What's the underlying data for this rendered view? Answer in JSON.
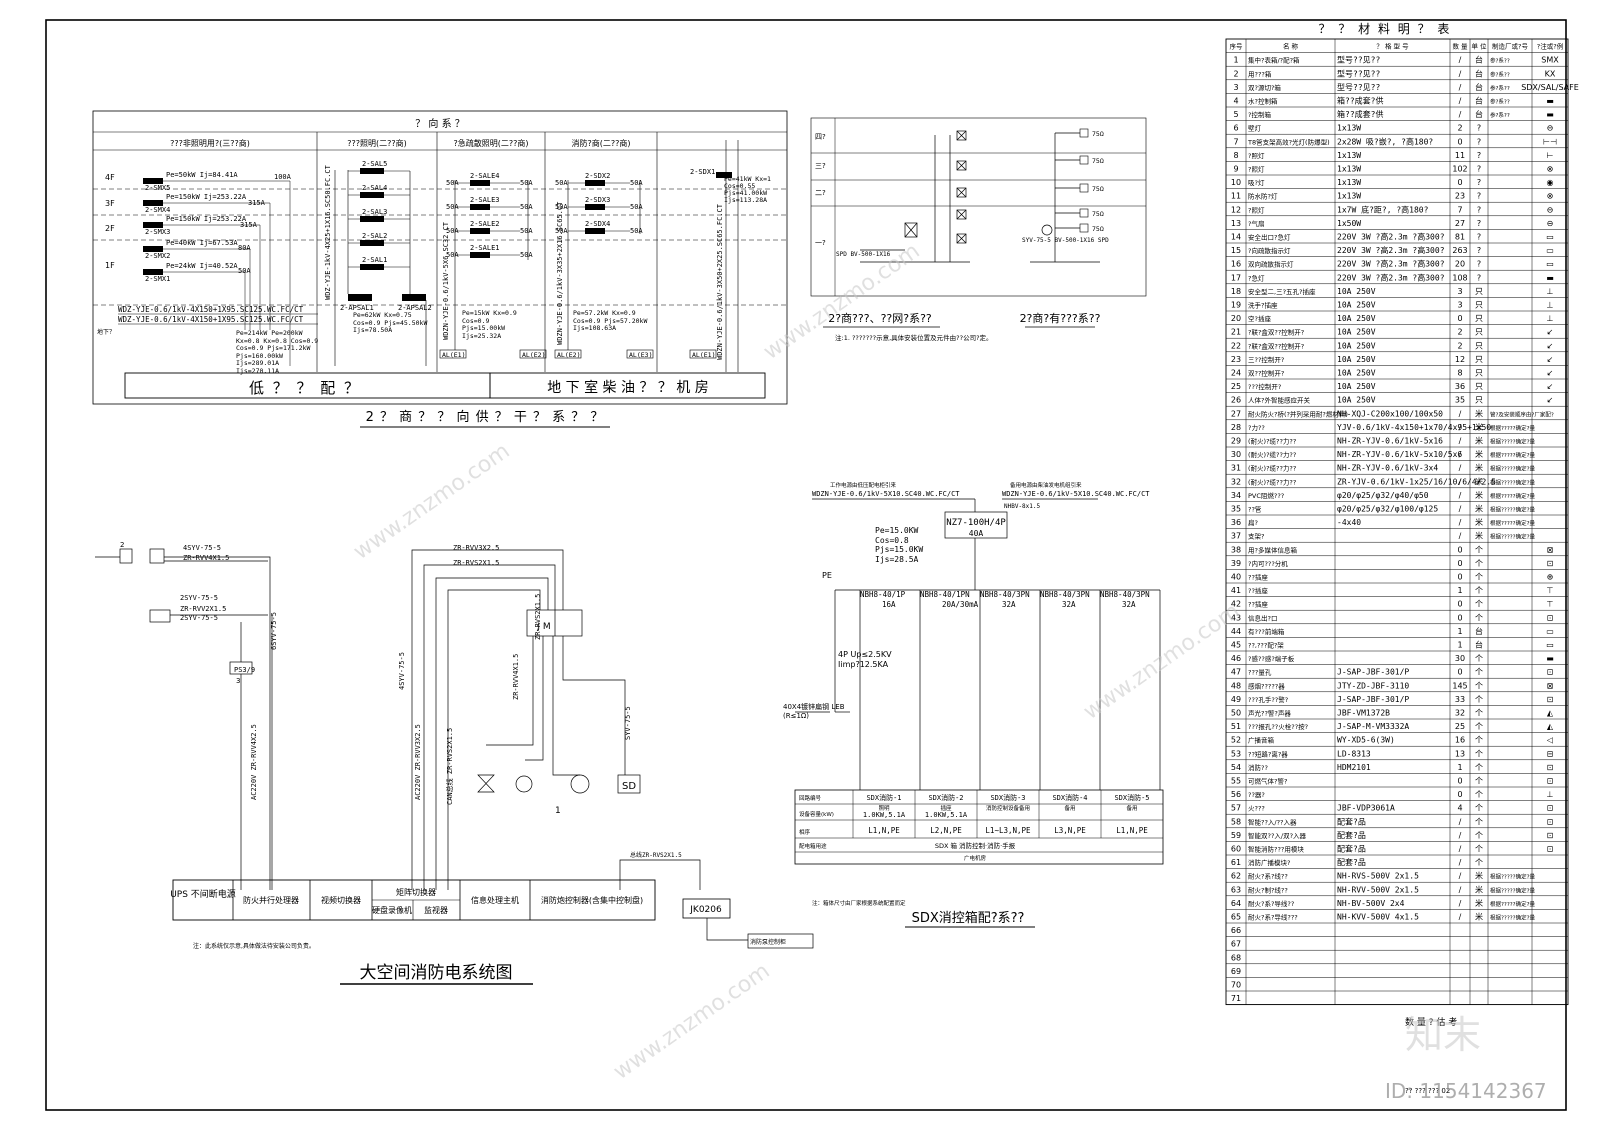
{
  "riser": {
    "header_title": "？ 向 系 ？",
    "columns": [
      "???非照明用?(三??商)",
      "???照明(二??商)",
      "?急疏散照明(二??商)",
      "消防?商(二??商)"
    ],
    "floors": [
      "4F",
      "3F",
      "2F",
      "1F"
    ],
    "col1_entries": [
      {
        "name": "2-SMX5",
        "load": "Pe=50kW Ij=84.41A",
        "breaker": "100A"
      },
      {
        "name": "2-SMX4",
        "load": "Pe=150kW Ij=253.22A",
        "breaker": "315A"
      },
      {
        "name": "2-SMX3",
        "load": "Pe=150kW Ij=253.22A",
        "breaker": "315A"
      },
      {
        "name": "2-SMX2",
        "load": "Pe=40kW Ij=67.53A",
        "breaker": "80A"
      },
      {
        "name": "2-SMX1",
        "load": "Pe=24kW Ij=40.52A",
        "breaker": "50A"
      }
    ],
    "feeder_main": "WDZ-YJE-0.6/1kV-4X150+1X95.SC125.WC.FC/CT",
    "col1_totals": "Pe=214kW Pe=200kW Kx=0.8 Kx=0.8 Cos=0.9 Cos=0.9 Pjs=171.2kW Pjs=160.00kW Ijs=289.01A Ijs=270.11A",
    "col2_entries": [
      "2-SAL5",
      "2-SAL4",
      "2-SAL3",
      "2-SAL2",
      "2-SAL1"
    ],
    "col2_panels": [
      "2-APSAL1",
      "2-APSAL2"
    ],
    "col2_cable": "WDZ-YJE-1kV-4X25+1X16.SC50.FC.CT",
    "col2_load": "Pe=62kW Kx=0.75 Cos=0.9 Pjs=45.50kW Ijs=78.50A",
    "col3_entries": [
      "2-SALE4",
      "2-SALE3",
      "2-SALE2",
      "2-SALE1"
    ],
    "col3_cable": "WDZN-YJE-0.6/1kV-5X6.SC32.CT",
    "col3_load": "Pe=15kW Kx=0.9 Cos=0.9 Pjs=15.00kW Ijs=25.32A",
    "col4_entries": [
      "2-SDX2",
      "2-SDX3",
      "2-SDX4"
    ],
    "col4_cable": "WDZN-YJE-0.6/1kV-3X35+2X16.SC65.CT",
    "col4_load": "Pe=57.2kW Kx=0.9 Cos=0.9 Pjs=57.20kW Ijs=108.63A",
    "col5_entry": "2-SDX1",
    "col5_load": "Pe=41kW Kx=1 Cos=0.55 Pjs=41.00kW Ijs=113.28A",
    "col5_cable": "WDZN-YJE-0.6/1kV-3X50+2X25.SC65.FC.CT",
    "breaker_50": "50A",
    "tags": [
      "AL(E1)",
      "AL(E2)",
      "AL(E2)",
      "AL(E3)",
      "AL(E1)"
    ],
    "underground": "地下？",
    "low_voltage_room": "低 ？ ？ 配 ？",
    "diesel_room": "地 下 室 柴 油 ？ ？ 机 房",
    "caption": "2 ？ 商 ？ ？ 向 供 ？ 干 ？ 系 ？ ？"
  },
  "weak": {
    "left_rows": [
      "四?",
      "三?",
      "二?",
      "一?"
    ],
    "tv_outlets": [
      "75Ω",
      "75Ω",
      "75Ω",
      "75Ω",
      "75Ω"
    ],
    "caption_left": "2?商???、??网?系??",
    "caption_right": "2?商?有???系??",
    "note": "注:1. ???????示意,具体安装位置及元件由??公司?定。",
    "spd_left": "SPD BV-500-1X16",
    "spd_right": "SYV-75-5 BV-500-1X16 SPD"
  },
  "fire": {
    "labels": [
      "4SYV-75-5",
      "ZR-RVV4X1.5",
      "2SYV-75-5",
      "ZR-RVV2X1.5",
      "2SYV-75-5",
      "ZR-RVV3X2.5",
      "ZR-RVS2X1.5",
      "PS3/9",
      "6SYV-75-5",
      "AC220V ZR-RVV4X2.5",
      "4SYV-75-5",
      "AC220V ZR-RVV3X2.5",
      "CAN总线 ZR-RVS2X1.5",
      "ZR-RVS2X1.5",
      "SYV-75-5",
      "ZR-RVV4X1.5"
    ],
    "jm": "J M",
    "sd": "SD",
    "num1": "1",
    "num2": "2",
    "num3": "3",
    "boxes": [
      "UPS 不间断电源",
      "防火并行处理器",
      "视频切换器",
      "矩阵切换器",
      "硬盘录像机",
      "监视器",
      "信息处理主机",
      "消防炮控制器(含集中控制盘)"
    ],
    "jk": "JK0206",
    "jk_right": "消防泵控制柜",
    "jk_cable": "总线ZR-RVS2X1.5",
    "note": "注：此系统仅示意,具体做法待安装公司负责。",
    "caption": "大空间消防电系统图"
  },
  "sdx": {
    "feed_left": "WDZN-YJE-0.6/1kV-5X10.SC40.WC.FC/CT",
    "feed_right": "WDZN-YJE-0.6/1kV-5X10.SC40.WC.FC/CT",
    "feed_left_title": "工作电源由低压配电柜引来",
    "feed_right_title": "备用电源由柴油发电机组引来",
    "nhbv": "NHBV-8x1.5",
    "main_switch": "NZ7-100H/4P",
    "main_current": "40A",
    "load": "Pe=15.0KW Cos=0.8 Pjs=15.0KW Ijs=28.5A",
    "pe": "PE",
    "spd": "4P Up≤2.5KV Iimp?12.5KA",
    "earth": "40X4镀锌扁钢 LEB (R≤1Ω)",
    "breakers": [
      {
        "model": "NBH8-40/1P",
        "rating": "16A"
      },
      {
        "model": "NBH8-40/1PN",
        "rating": "20A/30mA"
      },
      {
        "model": "NBH8-40/3PN",
        "rating": "32A"
      },
      {
        "model": "NBH8-40/3PN",
        "rating": "32A"
      },
      {
        "model": "NBH8-40/3PN",
        "rating": "32A"
      }
    ],
    "table_rows": [
      "回路编号",
      "设备容量(kW)",
      "相序",
      "配电箱用途"
    ],
    "circuits": [
      "SDX消防-1",
      "SDX消防-2",
      "SDX消防-3",
      "SDX消防-4",
      "SDX消防-5"
    ],
    "uses": [
      "照明",
      "插座",
      "消防控制设备备用",
      "备用",
      "备用"
    ],
    "caps": [
      "1.0KW,5.1A",
      "1.0KW,5.1A",
      "",
      "",
      ""
    ],
    "phases": [
      "L1,N,PE",
      "L2,N,PE",
      "L1~L3,N,PE",
      "L3,N,PE",
      "L1,N,PE"
    ],
    "box_use": "SDX 箱 消防控制·消防·手报",
    "box_use2": "广电机房",
    "note": "注：箱体尺寸由厂家根据系统配置而定",
    "caption": "SDX消控箱配?系??"
  },
  "bom": {
    "title": "？ ？ 材 料 明 ？ 表",
    "headers": [
      "序号",
      "名 称",
      "？ 格 型 号",
      "数 量",
      "单 位",
      "制造厂或?号",
      "?注或?例"
    ],
    "rows": [
      [
        "1",
        "集中?表箱/?配?箱",
        "型号??见??",
        "/",
        "台",
        "参?系??",
        "SMX"
      ],
      [
        "2",
        "用???箱",
        "型号??见??",
        "/",
        "台",
        "参?系??",
        "KX"
      ],
      [
        "3",
        "双?源切?箱",
        "型号??见??",
        "/",
        "台",
        "参?系??",
        "SDX/SAL/SAFE"
      ],
      [
        "4",
        "水?控制箱",
        "箱??成套?供",
        "/",
        "台",
        "参?系??",
        "▬"
      ],
      [
        "5",
        "?控制箱",
        "箱??成套?供",
        "/",
        "台",
        "参?系??",
        "▬"
      ],
      [
        "6",
        "壁灯",
        "1x13W",
        "2",
        "?",
        "",
        "⊖"
      ],
      [
        "7",
        "T8管支架高效?光灯(防爆型)",
        "2x28W  吸?嵌?, ?高180?",
        "0",
        "?",
        "",
        "⊢⊣"
      ],
      [
        "8",
        "?照灯",
        "1x13W",
        "11",
        "?",
        "",
        "⊢"
      ],
      [
        "9",
        "?照灯",
        "1x13W",
        "102",
        "?",
        "",
        "⊗"
      ],
      [
        "10",
        "吸?灯",
        "1x13W",
        "0",
        "?",
        "",
        "◉"
      ],
      [
        "11",
        "防水防?灯",
        "1x13W",
        "23",
        "?",
        "",
        "⊗"
      ],
      [
        "12",
        "?照灯",
        "1x7W  底?距?, ?高180?",
        "7",
        "?",
        "",
        "⊖"
      ],
      [
        "13",
        "?气扇",
        "1x50W",
        "27",
        "?",
        "",
        "⊖"
      ],
      [
        "14",
        "安全出口?急灯",
        "220V 3W  ?高2.3m  ?高300?",
        "81",
        "?",
        "",
        "▭"
      ],
      [
        "15",
        "?向疏散指示灯",
        "220V 3W  ?高2.3m  ?高300?",
        "263",
        "?",
        "",
        "▭"
      ],
      [
        "16",
        "双向疏散指示灯",
        "220V 3W  ?高2.3m  ?高300?",
        "20",
        "?",
        "",
        "▭"
      ],
      [
        "17",
        "?急灯",
        "220V 3W  ?高2.3m  ?高300?",
        "108",
        "?",
        "",
        "▬"
      ],
      [
        "18",
        "安全型二,三?五孔?插座",
        "10A 250V",
        "3",
        "只",
        "",
        "⊥"
      ],
      [
        "19",
        "洗手?插座",
        "10A 250V",
        "3",
        "只",
        "",
        "⊥"
      ],
      [
        "20",
        "空?插座",
        "10A 250V",
        "0",
        "只",
        "",
        "⊥"
      ],
      [
        "21",
        "?联?盒双??控制开?",
        "10A 250V",
        "2",
        "只",
        "",
        "↙"
      ],
      [
        "22",
        "?联?盒双??控制开?",
        "10A 250V",
        "2",
        "只",
        "",
        "↙"
      ],
      [
        "23",
        "三??控制开?",
        "10A 250V",
        "12",
        "只",
        "",
        "↙"
      ],
      [
        "24",
        "双??控制开?",
        "10A 250V",
        "8",
        "只",
        "",
        "↙"
      ],
      [
        "25",
        "???控制开?",
        "10A 250V",
        "36",
        "只",
        "",
        "↙"
      ],
      [
        "26",
        "人体?外智能感应开关",
        "10A 250V",
        "35",
        "只",
        "",
        "↙"
      ],
      [
        "27",
        "耐火防火?桥(?并列采用耐?燃材料)",
        "NH-XQJ-C200x100/100x50",
        "/",
        "米",
        "管?及安装顺序由?厂家配?",
        ""
      ],
      [
        "28",
        "?力??",
        "YJV-0.6/1kV-4x150+1x70/4x95+1x50",
        "/",
        "米",
        "根据?????确定?量",
        ""
      ],
      [
        "29",
        "(耐火)?缆??力??",
        "NH-ZR-YJV-0.6/1kV-5x16",
        "/",
        "米",
        "根据?????确定?量",
        ""
      ],
      [
        "30",
        "(耐火)?缆??力??",
        "NH-ZR-YJV-0.6/1kV-5x10/5x6",
        "/",
        "米",
        "根据?????确定?量",
        ""
      ],
      [
        "31",
        "(耐火)?缆??力??",
        "NH-ZR-YJV-0.6/1kV-3x4",
        "/",
        "米",
        "根据?????确定?量",
        ""
      ],
      [
        "32",
        "(耐火)?缆??力??",
        "ZR-YJV-0.6/1kV-1x25/16/10/6/4/2.5",
        "/",
        "米",
        "根据?????确定?量",
        ""
      ],
      [
        "34",
        "PVC阻燃???",
        "φ20/φ25/φ32/φ40/φ50",
        "/",
        "米",
        "根据?????确定?量",
        ""
      ],
      [
        "35",
        "??管",
        "φ20/φ25/φ32/φ100/φ125",
        "/",
        "米",
        "根据?????确定?量",
        ""
      ],
      [
        "36",
        "扁?",
        "-4x40",
        "/",
        "米",
        "根据?????确定?量",
        ""
      ],
      [
        "37",
        "支架?",
        "",
        "/",
        "米",
        "根据?????确定?量",
        ""
      ],
      [
        "38",
        "用?多媒体信息箱",
        "",
        "0",
        "个",
        "",
        "⊠"
      ],
      [
        "39",
        "?内可???分机",
        "",
        "0",
        "个",
        "",
        "⊡"
      ],
      [
        "40",
        "??插座",
        "",
        "0",
        "个",
        "",
        "⊕"
      ],
      [
        "41",
        "??插座",
        "",
        "1",
        "个",
        "",
        "⊤"
      ],
      [
        "42",
        "??插座",
        "",
        "0",
        "个",
        "",
        "⊤"
      ],
      [
        "43",
        "信息出?口",
        "",
        "0",
        "个",
        "",
        "⊡"
      ],
      [
        "44",
        "有???前端箱",
        "",
        "1",
        "台",
        "",
        "▭"
      ],
      [
        "45",
        "??,???配?架",
        "",
        "1",
        "台",
        "",
        "▭"
      ],
      [
        "46",
        "?感??感?端子板",
        "",
        "30",
        "个",
        "",
        "▬"
      ],
      [
        "47",
        "???量孔",
        "J-SAP-JBF-301/P",
        "0",
        "个",
        "",
        "⊡"
      ],
      [
        "48",
        "感烟?????器",
        "JTY-ZD-JBF-3110",
        "145",
        "个",
        "",
        "⊠"
      ],
      [
        "49",
        "???孔手??警?",
        "J-SAP-JBF-301/P",
        "33",
        "个",
        "",
        "⊡"
      ],
      [
        "50",
        "声光??警?声器",
        "JBF-VM1372B",
        "32",
        "个",
        "",
        "◭"
      ],
      [
        "51",
        "???报孔??火栓??按?",
        "J-SAP-M-VM3332A",
        "25",
        "个",
        "",
        "◭"
      ],
      [
        "52",
        "广播音箱",
        "WY-XD5-6(3W)",
        "16",
        "个",
        "",
        "◁"
      ],
      [
        "53",
        "??短路?离?器",
        "LD-8313",
        "13",
        "个",
        "",
        "⊟"
      ],
      [
        "54",
        "消防??",
        "HDM2101",
        "1",
        "个",
        "",
        "⊡"
      ],
      [
        "55",
        "可燃气体?警?",
        "",
        "0",
        "个",
        "",
        "⊡"
      ],
      [
        "56",
        "??器?",
        "",
        "0",
        "个",
        "",
        "⊥"
      ],
      [
        "57",
        "火???",
        "JBF-VDP3061A",
        "4",
        "个",
        "",
        "⊡"
      ],
      [
        "58",
        "智能??入/??入器",
        "配套?品",
        "/",
        "个",
        "",
        "⊡"
      ],
      [
        "59",
        "智能双??入/双?入器",
        "配套?品",
        "/",
        "个",
        "",
        "⊡"
      ],
      [
        "60",
        "智能消防???用模块",
        "配套?品",
        "/",
        "个",
        "",
        "⊡"
      ],
      [
        "61",
        "消防广播模块?",
        "配套?品",
        "/",
        "个",
        "",
        ""
      ],
      [
        "62",
        "耐火?系?线??",
        "NH-RVS-500V 2x1.5",
        "/",
        "米",
        "根据?????确定?量",
        ""
      ],
      [
        "63",
        "耐火?制?线??",
        "NH-RVV-500V 2x1.5",
        "/",
        "米",
        "根据?????确定?量",
        ""
      ],
      [
        "64",
        "耐火?系?导线??",
        "NH-BV-500V 2x4",
        "/",
        "米",
        "根据?????确定?量",
        ""
      ],
      [
        "65",
        "耐火?系?导线???",
        "NH-KVV-500V 4x1.5",
        "/",
        "米",
        "根据?????确定?量",
        ""
      ],
      [
        "66",
        "",
        "",
        "",
        "",
        "",
        ""
      ],
      [
        "67",
        "",
        "",
        "",
        "",
        "",
        ""
      ],
      [
        "68",
        "",
        "",
        "",
        "",
        "",
        ""
      ],
      [
        "69",
        "",
        "",
        "",
        "",
        "",
        ""
      ],
      [
        "70",
        "",
        "",
        "",
        "",
        "",
        ""
      ],
      [
        "71",
        "",
        "",
        "",
        "",
        "",
        ""
      ]
    ],
    "footer": "数 量 ? 估 考",
    "footer2": "?? ???  ??? 02"
  },
  "watermark": {
    "brand": "知末",
    "site": "www.znzmo.com",
    "id": "ID: 1154142367"
  }
}
